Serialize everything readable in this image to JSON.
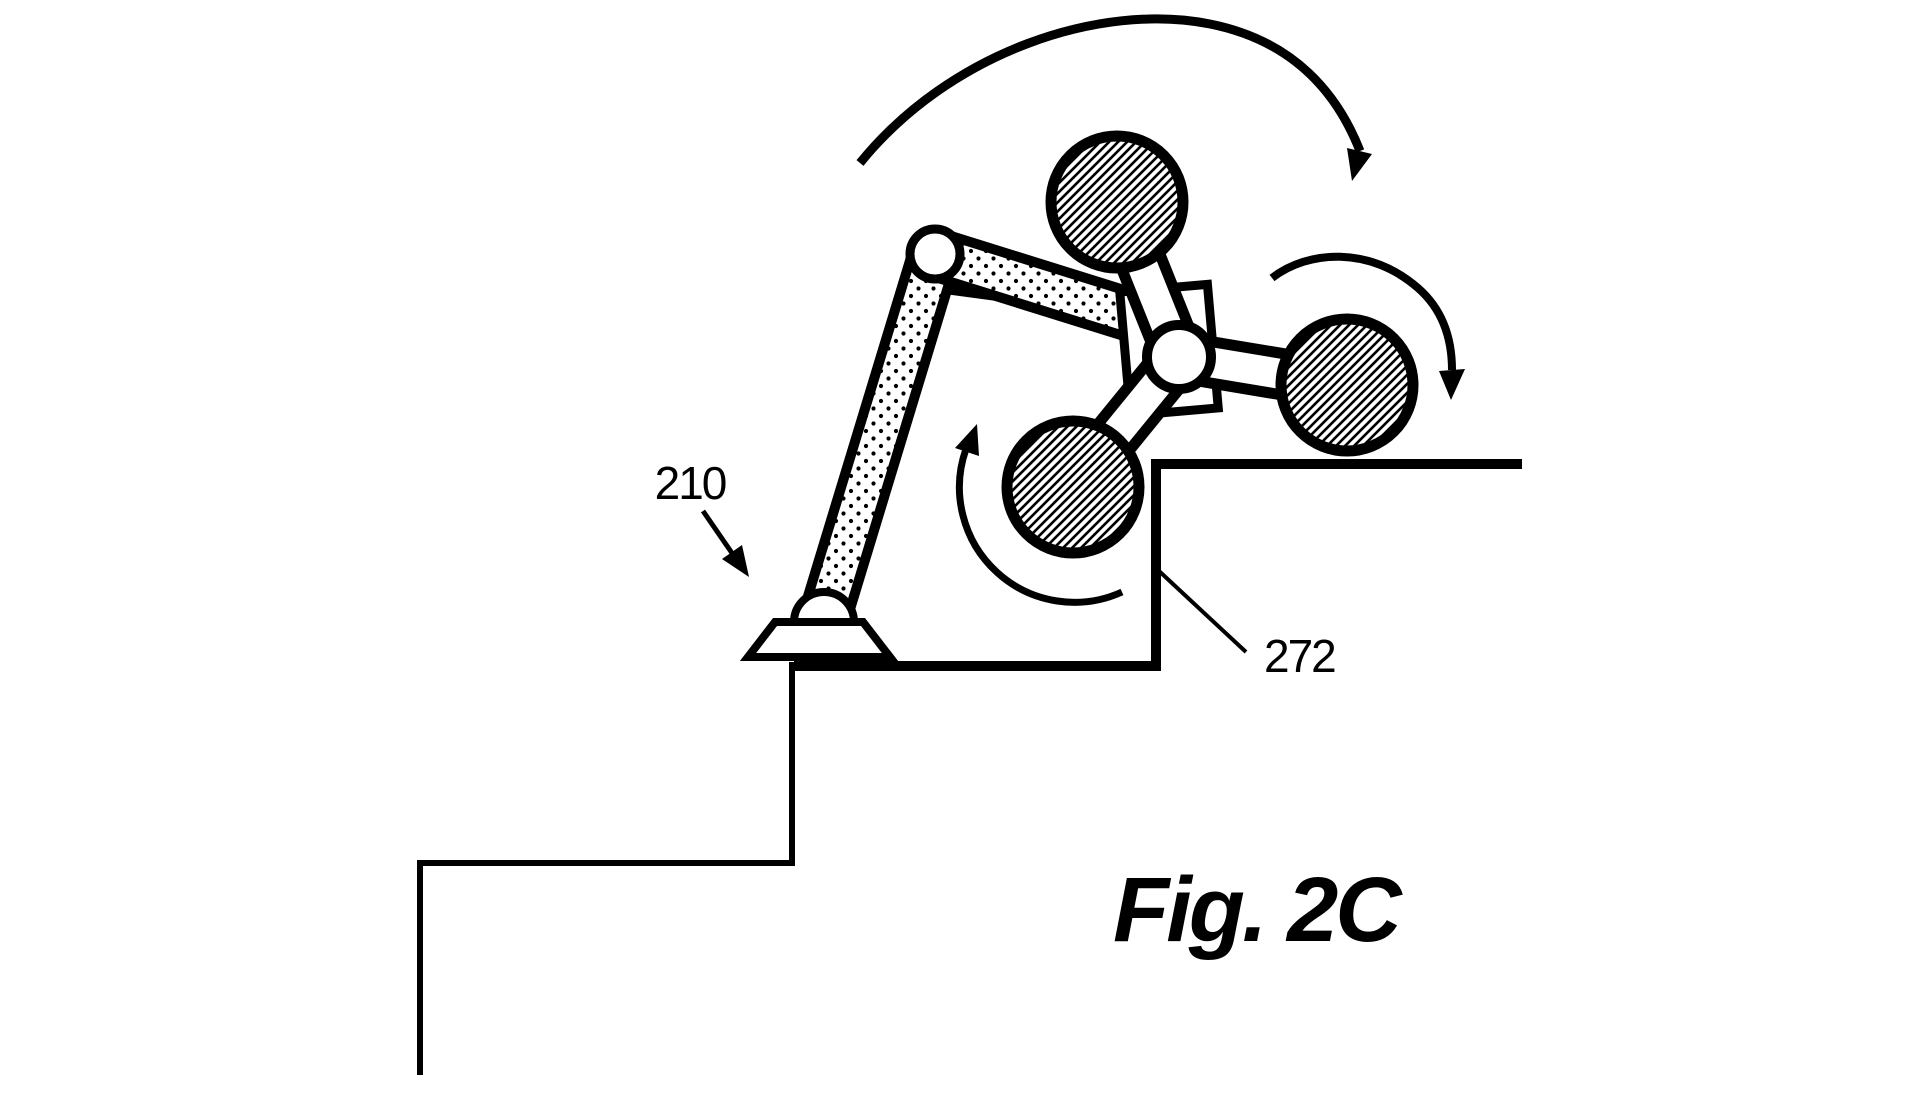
{
  "figure": {
    "caption": "Fig. 2C",
    "labels": [
      "210",
      "272"
    ],
    "colors": {
      "ink": "#000000",
      "background": "#ffffff"
    }
  }
}
